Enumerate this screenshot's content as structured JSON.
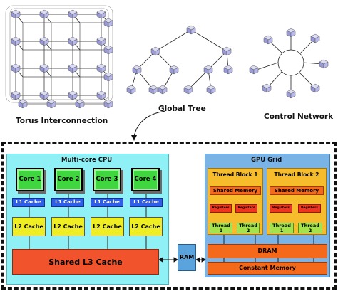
{
  "captions": {
    "torus": "Torus Interconnection",
    "tree": "Global Tree",
    "control": "Control Network"
  },
  "cpu": {
    "title": "Multi-core CPU",
    "cores": [
      "Core 1",
      "Core 2",
      "Core 3",
      "Core 4"
    ],
    "l1": "L1 Cache",
    "l2": "L2 Cache",
    "l3": "Shared L3 Cache"
  },
  "ram": "RAM",
  "gpu": {
    "title": "GPU Grid",
    "blocks": [
      {
        "title": "Thread Block 1",
        "shared": "Shared Memory",
        "reg": "Registers",
        "threads": [
          "Thread 1",
          "Thread 2"
        ]
      },
      {
        "title": "Thread Block 2",
        "shared": "Shared Memory",
        "reg": "Registers",
        "threads": [
          "Thread 1",
          "Thread 2"
        ]
      }
    ],
    "dram": "DRAM",
    "constant": "Constant Memory"
  },
  "colors": {
    "cpu_bg": "#8ff0f5",
    "gpu_bg": "#7ab4e6",
    "core": "#3fd63f",
    "l1": "#2f5fe8",
    "l2": "#eeee22",
    "l3": "#f1542c",
    "thread_block": "#f6bc2c",
    "shared_memory": "#f46a1a",
    "registers": "#f2331f",
    "thread": "#a4e44a"
  }
}
